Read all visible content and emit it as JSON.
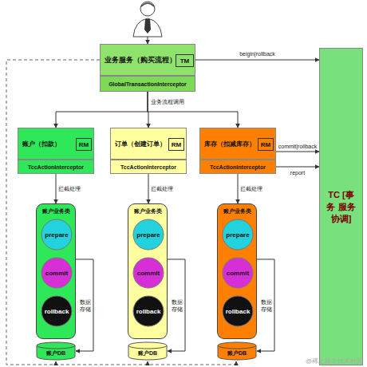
{
  "diagram": {
    "nodes": [
      {
        "text": [
          "业务服务（购买流程）"
        ]
      },
      {
        "text": [
          "TM"
        ],
        "in": 0
      },
      {
        "text": [
          "GlobalTransactionInterceptor"
        ]
      },
      {
        "text": [
          "TC [事务 服务 协调]"
        ]
      },
      {
        "text": [
          "账户（扣款）"
        ]
      },
      {
        "text": [
          "RM"
        ],
        "in": 4
      },
      {
        "text": [
          "TccActionInterceptor"
        ]
      },
      {
        "text": [
          "订单（创建订单）"
        ]
      },
      {
        "text": [
          "RM"
        ],
        "in": 7
      },
      {
        "text": [
          "TccActionInterceptor"
        ]
      },
      {
        "text": [
          "库存（扣减库存）"
        ]
      },
      {
        "text": [
          "RM"
        ],
        "in": 10
      },
      {
        "text": [
          "TccActionInterceptor"
        ]
      },
      {
        "text": [
          "账户业务类"
        ]
      },
      {
        "text": [
          "prepare"
        ],
        "in": 13
      },
      {
        "text": [
          "commit"
        ],
        "in": 13
      },
      {
        "text": [
          "rollback"
        ],
        "in": 13
      },
      {
        "text": [
          "账户DB"
        ]
      },
      {
        "text": [
          "账户业务类"
        ]
      },
      {
        "text": [
          "prepare"
        ],
        "in": 18
      },
      {
        "text": [
          "commit"
        ],
        "in": 18
      },
      {
        "text": [
          "rollback"
        ],
        "in": 18
      },
      {
        "text": [
          "账户DB"
        ]
      },
      {
        "text": [
          "账户业务类"
        ]
      },
      {
        "text": [
          "prepare"
        ],
        "in": 23
      },
      {
        "text": [
          "commit"
        ],
        "in": 23
      },
      {
        "text": [
          "rollback"
        ],
        "in": 23
      },
      {
        "text": [
          "账户DB"
        ]
      }
    ],
    "edges": [
      {
        "from": 0,
        "to": 3,
        "label": "beigin|rollback",
        "arrow": "to"
      },
      {
        "from": 2,
        "to": 4,
        "arrow": "to"
      },
      {
        "from": 2,
        "to": 7,
        "label": "业务流程调用",
        "arrow": "to"
      },
      {
        "from": 2,
        "to": 10,
        "arrow": "to"
      },
      {
        "from": 10,
        "to": 3,
        "label": "commit|rollback",
        "arrow": "to"
      },
      {
        "from": 12,
        "to": 3,
        "label": "report",
        "arrow": "to"
      },
      {
        "from": 6,
        "to": 13,
        "label": "拦截处理",
        "arrow": "to"
      },
      {
        "from": 9,
        "to": 18,
        "label": "拦截处理",
        "arrow": "to"
      },
      {
        "from": 12,
        "to": 23,
        "label": "拦截处理",
        "arrow": "to"
      },
      {
        "from": 13,
        "to": 17,
        "label": "数据存储",
        "arrow": "to"
      },
      {
        "from": 18,
        "to": 22,
        "label": "数据存储",
        "arrow": "to"
      },
      {
        "from": 23,
        "to": 27,
        "label": "数据存储",
        "arrow": "to"
      }
    ],
    "labels": [
      "@稀土掘金技术社区"
    ]
  }
}
